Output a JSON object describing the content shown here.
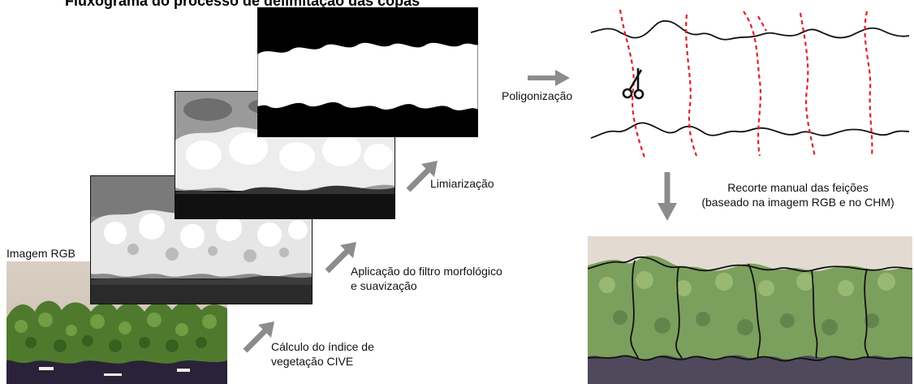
{
  "figure": {
    "title_partial": "Fluxograma do processo de delimitação das copas",
    "steps": {
      "rgb_label": "Imagem RGB",
      "cive": "Cálculo do índice de vegetação CIVE",
      "cive_line1": "Cálculo do índice de",
      "cive_line2": "vegetação CIVE",
      "morph_line1": "Aplicação do filtro morfológico",
      "morph_line2": "e suavização",
      "threshold": "Limiarização",
      "polygon": "Poligonização",
      "manual_line1": "Recorte manual das feições",
      "manual_line2": "(baseado na imagem RGB e no CHM)"
    },
    "colors": {
      "arrow": "#8c8c8c",
      "cut_line": "#e0202a",
      "outline": "#111111",
      "foliage": "#4f7a2e",
      "soil": "#2a2238"
    },
    "icons": [
      "scissors-icon"
    ]
  }
}
